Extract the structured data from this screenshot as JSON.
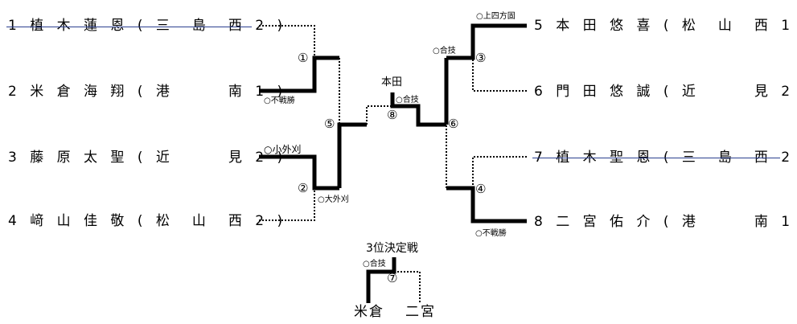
{
  "players": [
    {
      "text": "1 植 木 蓮 恩 ( 三　島　西 2 )"
    },
    {
      "text": "2 米 倉 海 翔 ( 港　　　南 1 )"
    },
    {
      "text": "3 藤 原 太 聖 ( 近　　　見 2 )"
    },
    {
      "text": "4 﨑 山 佳 敬 ( 松　山　西 2 )"
    },
    {
      "text": "5 本 田 悠 喜 ( 松　山　西 1 )"
    },
    {
      "text": "6 門 田 悠 誠 ( 近　　　見 2 )"
    },
    {
      "text": "7 植 木 聖 恩 ( 三　島　西 2 )"
    },
    {
      "text": "8 二 宮 佑 介 ( 港　　　南 1 )"
    }
  ],
  "bouts": {
    "b1": "①",
    "b2": "②",
    "b3": "③",
    "b4": "④",
    "b5": "⑤",
    "b6": "⑥",
    "b7": "⑦",
    "b8": "⑧"
  },
  "results": {
    "r1": "○不戦勝",
    "r2": "○小外刈",
    "r3": "○大外刈",
    "r4": "○上四方固",
    "r5": "○合技",
    "r6": "○不戦勝",
    "r7": "○合技",
    "final_winner": "本田",
    "bronze": "○合技"
  },
  "third_place": {
    "title": "3位決定戦",
    "left": "米倉",
    "right": "二宮"
  }
}
